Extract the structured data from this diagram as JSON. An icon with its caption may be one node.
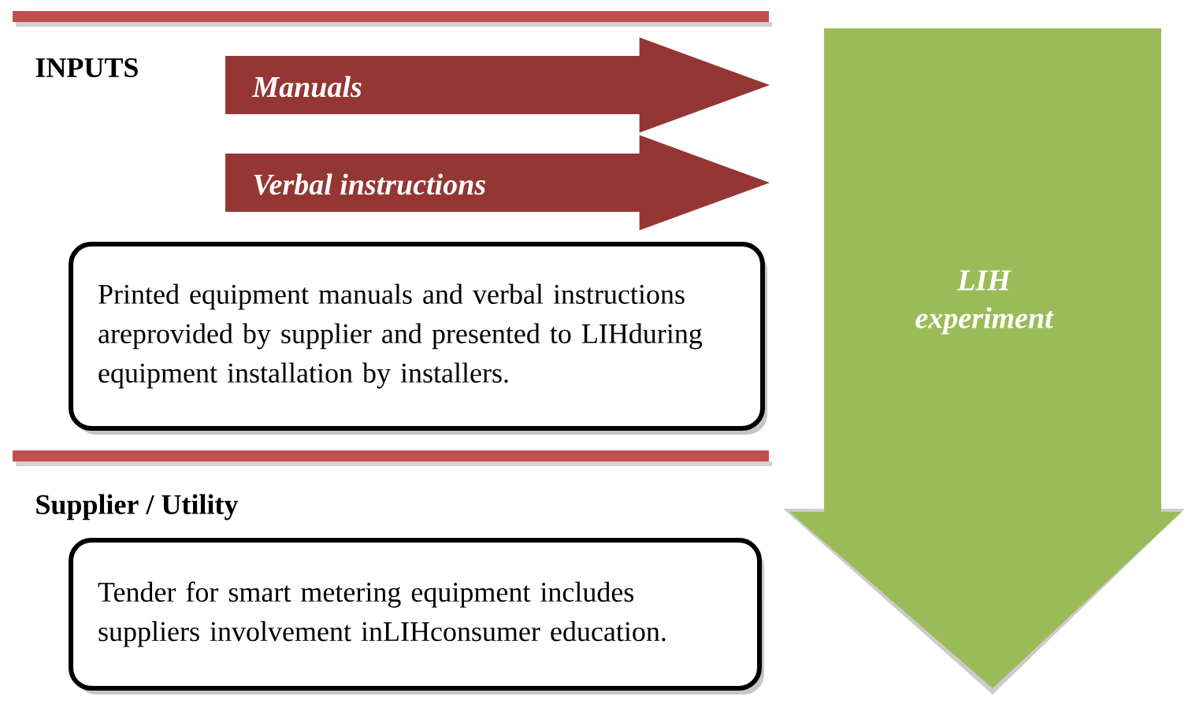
{
  "diagram": {
    "nodes": [
      {
        "text": [
          "Printed equipment manuals and verbal instructions areprovided by supplier and presented to LIHduring equipment installation by installers."
        ]
      },
      {
        "text": [
          "Tender for smart metering equipment includes suppliers involvement inLIHconsumer education."
        ]
      },
      {
        "text": [
          "LIH experiment"
        ]
      }
    ],
    "edges": [
      {
        "from": null,
        "to": 2,
        "arrow": "to",
        "label": "Manuals"
      },
      {
        "from": null,
        "to": 2,
        "arrow": "to",
        "label": "Verbal instructions"
      }
    ],
    "labels": [
      "INPUTS",
      "Supplier / Utility"
    ]
  }
}
